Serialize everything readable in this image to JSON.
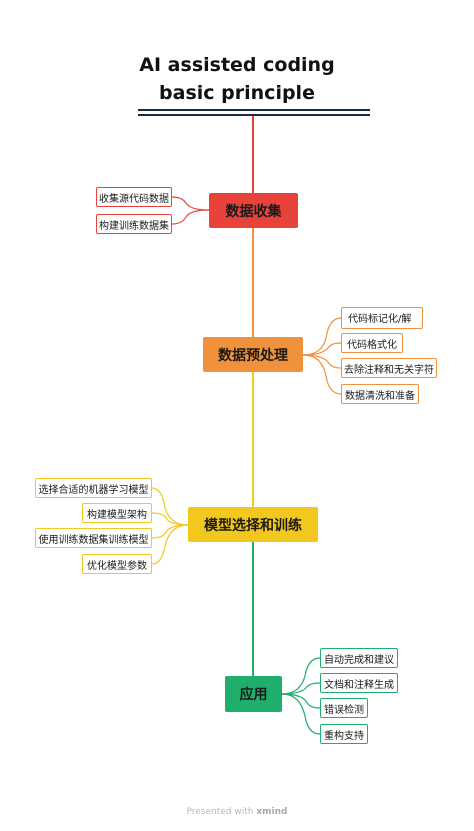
{
  "title": {
    "line1": "AI assisted coding",
    "line2": "basic principle"
  },
  "colors": {
    "red": "#e8433a",
    "orange": "#f0923b",
    "yellow": "#f2c81e",
    "green": "#1fae6b",
    "rule": "#1b2a44"
  },
  "branches": [
    {
      "label": "数据收集",
      "color": "#e8433a",
      "children": [
        "收集源代码数据",
        "构建训练数据集"
      ]
    },
    {
      "label": "数据预处理",
      "color": "#f0923b",
      "children": [
        "代码标记化/解析",
        "代码格式化",
        "去除注释和无关字符",
        "数据清洗和准备"
      ]
    },
    {
      "label": "模型选择和训练",
      "color": "#f2c81e",
      "children": [
        "选择合适的机器学习模型",
        "构建模型架构",
        "使用训练数据集训练模型",
        "优化模型参数"
      ]
    },
    {
      "label": "应用",
      "color": "#1fae6b",
      "children": [
        "自动完成和建议",
        "文档和注释生成",
        "错误检测",
        "重构支持"
      ]
    }
  ],
  "footer": {
    "prefix": "Presented with",
    "brand": "xmind"
  }
}
